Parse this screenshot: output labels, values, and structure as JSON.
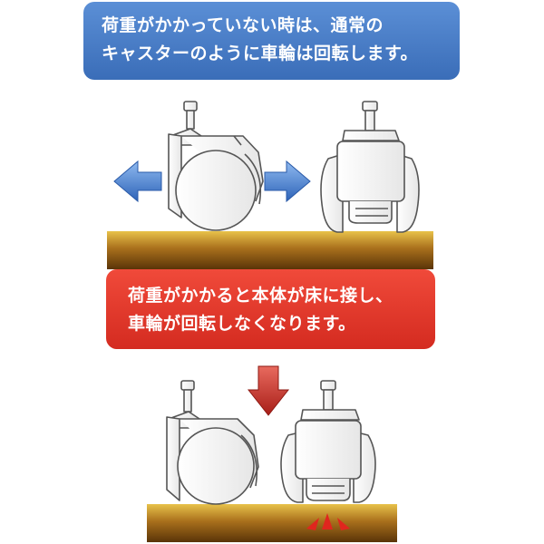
{
  "callouts": {
    "top": {
      "line1": "荷重がかかっていない時は、通常の",
      "line2": "キャスターのように車輪は回転します。",
      "color": "#4a7fc9"
    },
    "bottom": {
      "line1": "荷重がかかると本体が床に接し、",
      "line2": "車輪が回転しなくなります。",
      "color": "#e23a2c"
    }
  },
  "colors": {
    "motion_arrow": "#3f7fd4",
    "load_arrow": "#c7302a",
    "floor_top": "#e8c24a",
    "floor_bottom": "#5a3408",
    "contact_marks": "#e0261e",
    "line_art": "#555555"
  },
  "icons": {
    "motion_arrows": "double-horizontal-arrow-icon",
    "load_arrow": "down-arrow-icon",
    "contact": "contact-marks-icon"
  }
}
